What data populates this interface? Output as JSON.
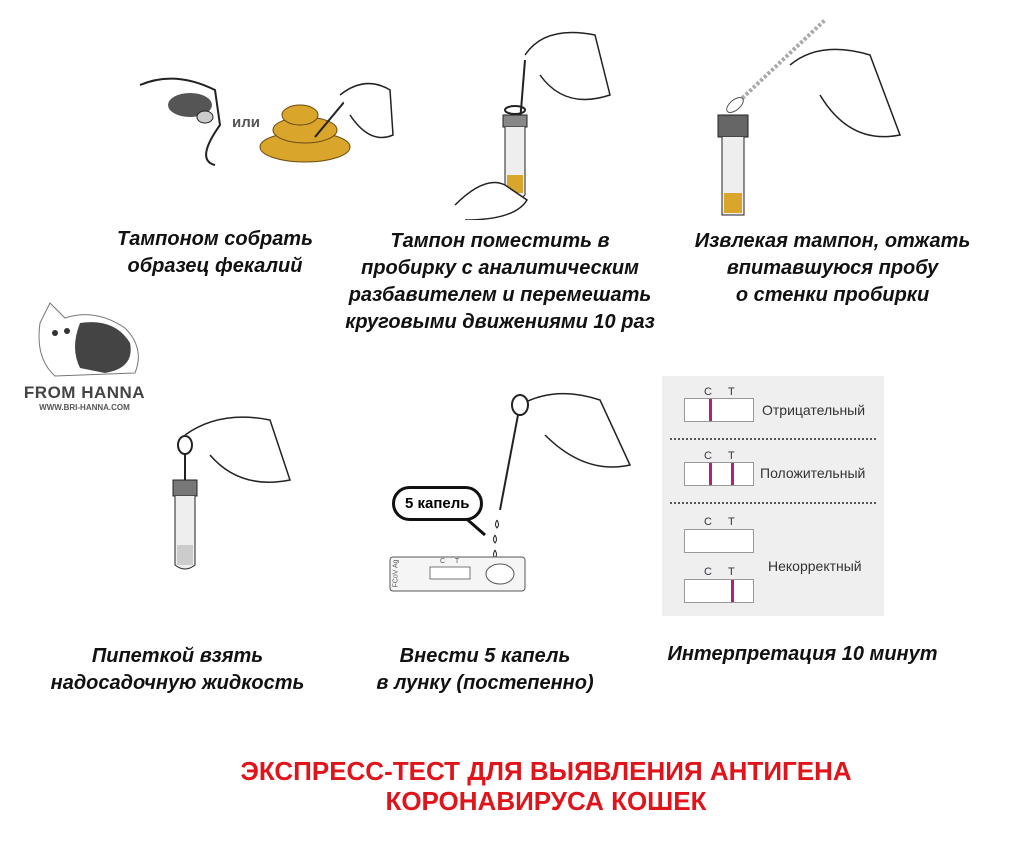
{
  "steps": [
    {
      "caption": "Тампоном собрать\nобразец фекалий",
      "or_label": "или"
    },
    {
      "caption": "Тампон поместить в\nпробирку с аналитическим\nразбавителем и перемешать\nкруговыми движениями 10 раз"
    },
    {
      "caption": "Извлекая тампон, отжать\nвпитавшуюся пробу\nо стенки пробирки"
    },
    {
      "caption": "Пипеткой взять\nнадосадочную жидкость"
    },
    {
      "caption": "Внести 5 капель\nв лунку (постепенно)",
      "drops_label": "5 капель",
      "cassette_label": "C T",
      "cassette_code": "FCoV Ag"
    },
    {
      "caption": "Интерпретация 10 минут"
    }
  ],
  "interpretation": {
    "c": "C",
    "t": "T",
    "results": [
      {
        "label": "Отрицательный"
      },
      {
        "label": "Положительный"
      },
      {
        "label": "Некорректный"
      }
    ]
  },
  "logo": {
    "name": "FROM HANNA",
    "url": "WWW.BRI-HANNA.COM"
  },
  "title": "ЭКСПРЕСС-ТЕСТ ДЛЯ ВЫЯВЛЕНИЯ АНТИГЕНА\nКОРОНАВИРУСА КОШЕК",
  "colors": {
    "title": "#e0141b",
    "line": "#b0227a",
    "sample": "#d9a52b"
  }
}
